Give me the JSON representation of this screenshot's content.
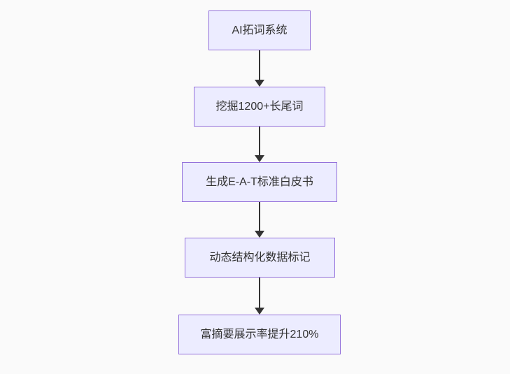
{
  "diagram": {
    "type": "flowchart",
    "direction": "top-down",
    "nodes": [
      {
        "id": "n1",
        "label": "AI拓词系统"
      },
      {
        "id": "n2",
        "label": "挖掘1200+长尾词"
      },
      {
        "id": "n3",
        "label": "生成E-A-T标准白皮书"
      },
      {
        "id": "n4",
        "label": "动态结构化数据标记"
      },
      {
        "id": "n5",
        "label": "富摘要展示率提升210%"
      }
    ],
    "edges": [
      {
        "from": "n1",
        "to": "n2"
      },
      {
        "from": "n2",
        "to": "n3"
      },
      {
        "from": "n3",
        "to": "n4"
      },
      {
        "from": "n4",
        "to": "n5"
      }
    ],
    "colors": {
      "node_fill": "#ECECFF",
      "node_border": "#9370DB",
      "node_text": "#333333",
      "edge": "#333333",
      "background": "#FAFAFA"
    }
  }
}
